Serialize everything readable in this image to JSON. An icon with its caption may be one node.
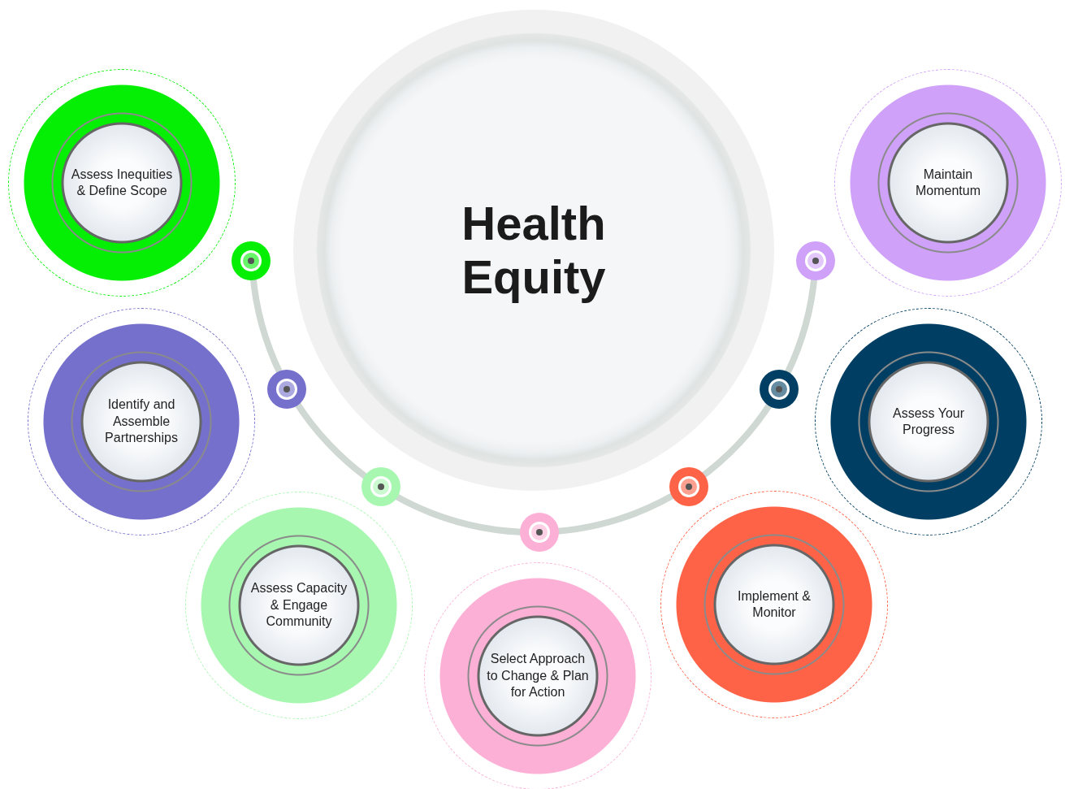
{
  "diagram": {
    "nodes": [
      {
        "text": [
          "Health Equity"
        ]
      },
      {
        "text": [
          "Assess Inequities & Define Scope"
        ]
      },
      {
        "text": [
          "Identify and Assemble Partnerships"
        ]
      },
      {
        "text": [
          "Assess Capacity & Engage Community"
        ]
      },
      {
        "text": [
          "Select Approach to Change & Plan for Action"
        ]
      },
      {
        "text": [
          "Implement & Monitor"
        ]
      },
      {
        "text": [
          "Assess Your Progress"
        ]
      },
      {
        "text": [
          "Maintain Momentum"
        ]
      }
    ]
  }
}
